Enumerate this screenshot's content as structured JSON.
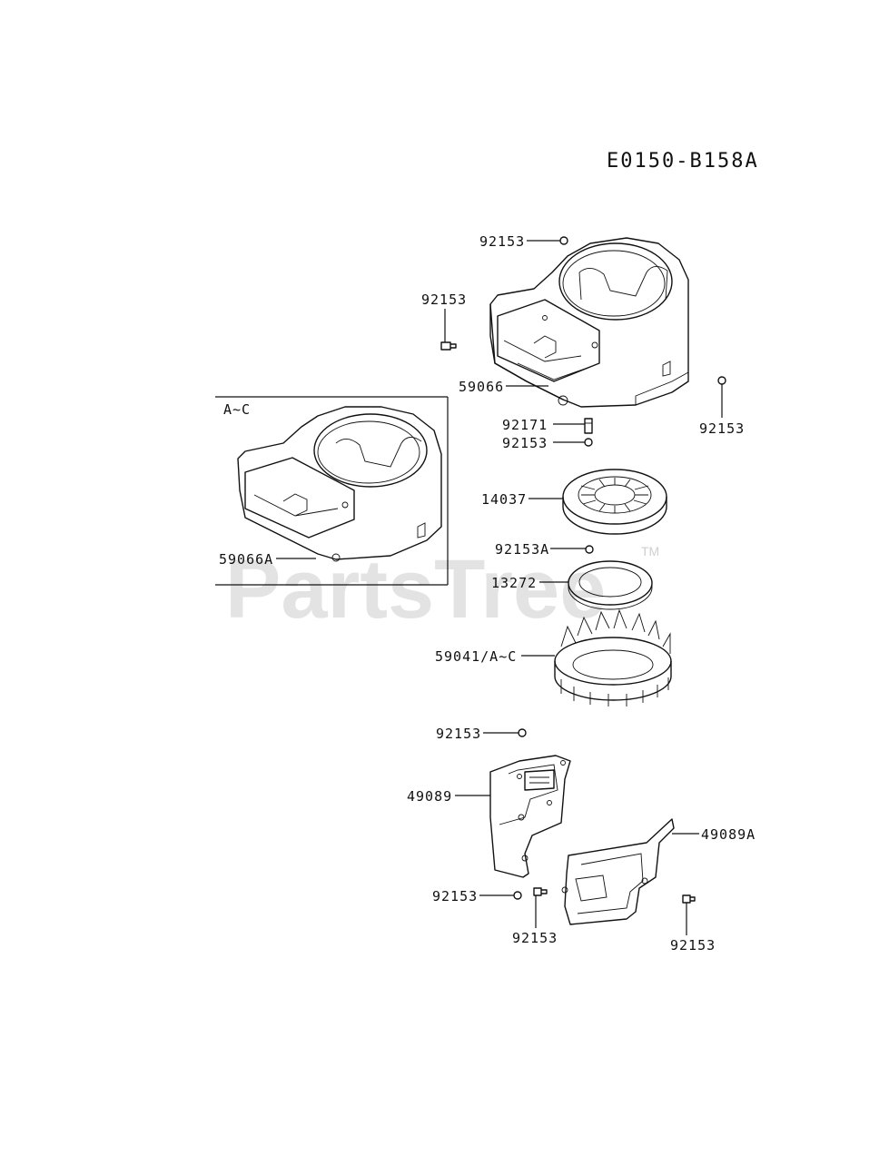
{
  "diagram_code": "E0150-B158A",
  "inset_label": "A~C",
  "watermark": {
    "text": "PartsTree",
    "tm": "TM"
  },
  "callouts": [
    "92153",
    "92153",
    "59066",
    "92153",
    "92171",
    "92153",
    "14037",
    "92153A",
    "13272",
    "59041/A~C",
    "59066A",
    "92153",
    "49089",
    "49089A",
    "92153",
    "92153",
    "92153"
  ]
}
